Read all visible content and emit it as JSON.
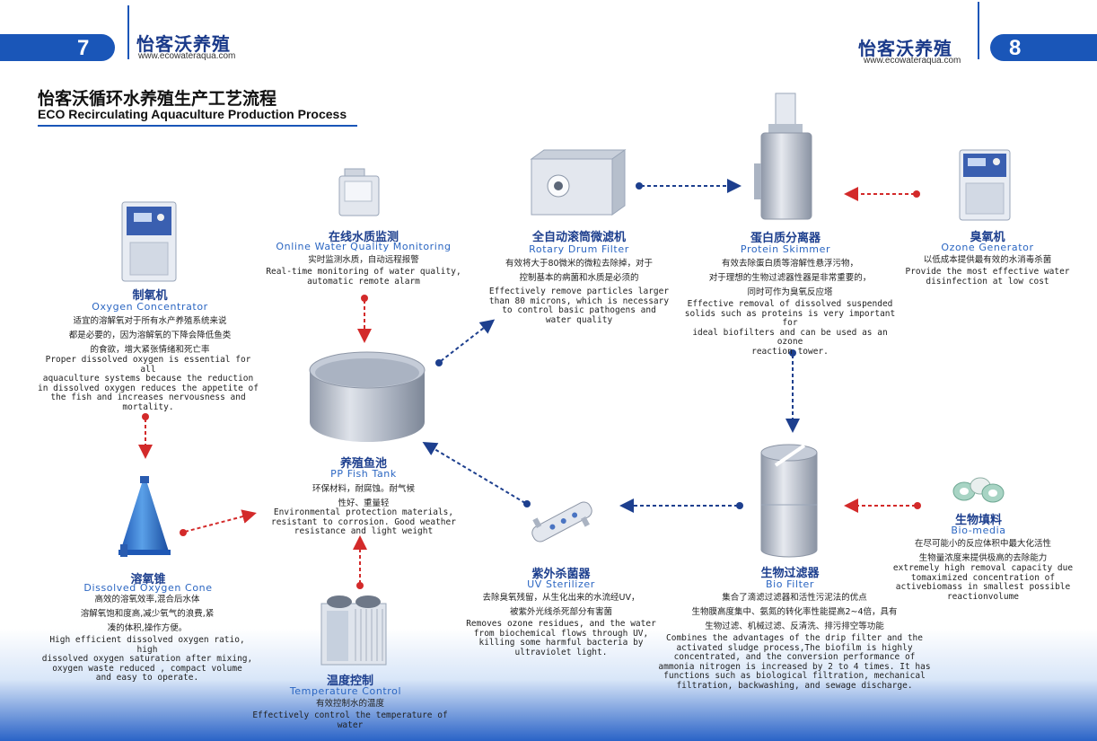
{
  "header": {
    "left": {
      "page_number": "7",
      "brand": "怡客沃养殖",
      "url": "www.ecowateraqua.com"
    },
    "right": {
      "page_number": "8",
      "brand": "怡客沃养殖",
      "url": "www.ecowateraqua.com"
    }
  },
  "title": {
    "cn": "怡客沃循环水养殖生产工艺流程",
    "en": "ECO Recirculating Aquaculture Production Process"
  },
  "colors": {
    "brand_blue": "#1a56b8",
    "arrow_red": "#d32a2a",
    "arrow_blue": "#1d3f8e",
    "caption_blue": "#2b66c2"
  },
  "components": {
    "oxygen_concentrator": {
      "icon": "oxygen-concentrator-machine",
      "name_cn": "制氧机",
      "name_en": "Oxygen Concentrator",
      "desc_cn": [
        "适宜的溶解氧对于所有水产养殖系统来说",
        "都是必要的，因为溶解氧的下降会降低鱼类",
        "的食欲，增大紧张情绪和死亡率"
      ],
      "desc_en": [
        "Proper dissolved oxygen is essential for all",
        "aquaculture systems because the reduction",
        "in dissolved oxygen reduces the appetite of",
        "the fish and increases nervousness and",
        "mortality."
      ]
    },
    "water_quality_monitoring": {
      "icon": "monitor-device",
      "name_cn": "在线水质监测",
      "name_en": "Online Water Quality Monitoring",
      "desc_cn": [
        "实时监测水质，自动远程报警"
      ],
      "desc_en": [
        "Real-time monitoring of water quality,",
        "automatic remote alarm"
      ]
    },
    "rotary_drum_filter": {
      "icon": "drum-filter-machine",
      "name_cn": "全自动滚筒微滤机",
      "name_en": "Rotary Drum Filter",
      "desc_cn": [
        "有效将大于80微米的微粒去除掉，对于",
        "控制基本的病菌和水质是必须的"
      ],
      "desc_en": [
        "Effectively remove particles larger",
        "than 80 microns, which is necessary",
        "to control basic pathogens and",
        "water quality"
      ]
    },
    "protein_skimmer": {
      "icon": "protein-skimmer-tower",
      "name_cn": "蛋白质分离器",
      "name_en": "Protein Skimmer",
      "desc_cn": [
        "有效去除蛋白质等溶解性悬浮污物，",
        "对于理想的生物过滤器性器是非常重要的，",
        "同时可作为臭氧反应塔"
      ],
      "desc_en": [
        "Effective removal of dissolved suspended",
        "solids such as proteins is very important for",
        "ideal biofilters and can be used as an ozone",
        "reaction tower."
      ]
    },
    "ozone_generator": {
      "icon": "ozone-generator-machine",
      "name_cn": "臭氧机",
      "name_en": "Ozone Generator",
      "desc_cn": [
        "以低成本提供最有效的水消毒杀菌"
      ],
      "desc_en": [
        "Provide the most effective water",
        "disinfection at low cost"
      ]
    },
    "fish_tank": {
      "icon": "fish-tank-ring",
      "name_cn": "养殖鱼池",
      "name_en": "PP Fish Tank",
      "desc_cn": [
        "环保材料，耐腐蚀。耐气候",
        "性好、重量轻"
      ],
      "desc_en": [
        "Environmental protection materials,",
        "resistant to corrosion. Good weather",
        "resistance and light weight"
      ]
    },
    "dissolved_oxygen_cone": {
      "icon": "oxygen-cone",
      "name_cn": "溶氧锥",
      "name_en": "Dissolved Oxygen Cone",
      "desc_cn": [
        "高效的溶氧效率,混合后水体",
        "溶解氧饱和度高,减少氧气的浪费,紧",
        "凑的体积,操作方便。"
      ],
      "desc_en": [
        "High efficient dissolved oxygen ratio, high",
        "dissolved oxygen saturation after mixing,",
        "oxygen waste reduced , compact volume",
        "and easy to operate."
      ]
    },
    "temperature_control": {
      "icon": "chiller-unit",
      "name_cn": "温度控制",
      "name_en": "Temperature Control",
      "desc_cn": [
        "有效控制水的温度"
      ],
      "desc_en": [
        "Effectively control the temperature of water"
      ]
    },
    "uv_sterilizer": {
      "icon": "uv-sterilizer-tube",
      "name_cn": "紫外杀菌器",
      "name_en": "UV Sterilizer",
      "desc_cn": [
        "去除臭氧残留，从生化出来的水流经UV，",
        "被紫外光线杀死部分有害菌"
      ],
      "desc_en": [
        "Removes ozone residues, and the water",
        "from biochemical flows through UV,",
        "killing some harmful bacteria by",
        "ultraviolet light."
      ]
    },
    "bio_filter": {
      "icon": "bio-filter-tank",
      "name_cn": "生物过滤器",
      "name_en": "Bio Filter",
      "desc_cn": [
        "集合了滴滤过滤器和活性污泥法的优点",
        "生物膜高度集中、氨氮的转化率性能提高2~4倍，具有",
        "生物过滤、机械过滤、反清洗、排污排空等功能"
      ],
      "desc_en": [
        "Combines the advantages of the drip filter and the",
        "activated sludge process,The biofilm is highly",
        "concentrated, and the conversion performance of",
        "ammonia nitrogen is increased by 2 to 4 times. It has",
        "functions such as biological filtration, mechanical",
        "filtration, backwashing, and sewage discharge."
      ]
    },
    "bio_media": {
      "icon": "bio-media-pellets",
      "name_cn": "生物填料",
      "name_en": "Bio-media",
      "desc_cn": [
        "在尽可能小的反应体积中最大化活性",
        "生物量浓度来提供极高的去除能力"
      ],
      "desc_en": [
        "extremely high removal capacity due",
        "tomaximized concentration of",
        "activebiomass in smallest possible",
        "reactionvolume"
      ]
    }
  }
}
